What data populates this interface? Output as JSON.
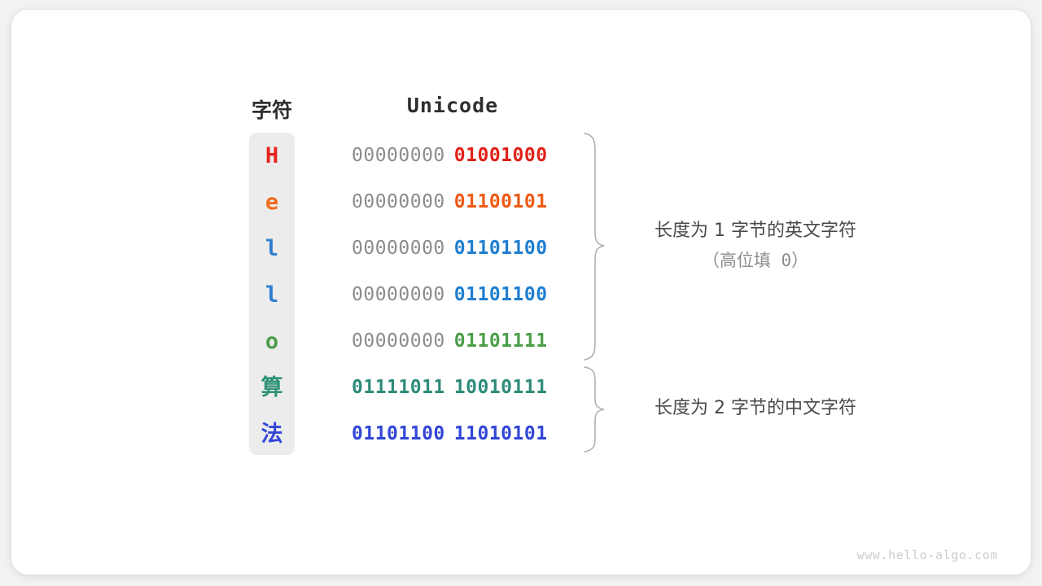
{
  "card": {
    "background": "#ffffff",
    "page_background": "#f2f2f2"
  },
  "headers": {
    "character": "字符",
    "unicode": "Unicode"
  },
  "panel": {
    "background": "#ececec"
  },
  "rows": [
    {
      "char": "H",
      "char_color": "#e8231f",
      "high_byte": "00000000",
      "low_byte": "01001000",
      "low_color": "#e02118",
      "high_is_padding": true,
      "is_cjk": false
    },
    {
      "char": "e",
      "char_color": "#f26a1b",
      "high_byte": "00000000",
      "low_byte": "01100101",
      "low_color": "#ef5a15",
      "high_is_padding": true,
      "is_cjk": false
    },
    {
      "char": "l",
      "char_color": "#2f7fd0",
      "high_byte": "00000000",
      "low_byte": "01101100",
      "low_color": "#1f7fd0",
      "high_is_padding": true,
      "is_cjk": false
    },
    {
      "char": "l",
      "char_color": "#2f7fd0",
      "high_byte": "00000000",
      "low_byte": "01101100",
      "low_color": "#1f7fd0",
      "high_is_padding": true,
      "is_cjk": false
    },
    {
      "char": "o",
      "char_color": "#4b9e48",
      "high_byte": "00000000",
      "low_byte": "01101111",
      "low_color": "#4b9e48",
      "high_is_padding": true,
      "is_cjk": false
    },
    {
      "char": "算",
      "char_color": "#2e9277",
      "high_byte": "01111011",
      "low_byte": "10010111",
      "low_color": "#2e8b7a",
      "high_is_padding": false,
      "is_cjk": true
    },
    {
      "char": "法",
      "char_color": "#3246d8",
      "high_byte": "01101100",
      "low_byte": "11010101",
      "low_color": "#3246d8",
      "high_is_padding": false,
      "is_cjk": true
    }
  ],
  "annotations": [
    {
      "main": "长度为 1 字节的英文字符",
      "sub": "（高位填 0）",
      "brace_color": "#b0b0b0"
    },
    {
      "main": "长度为 2 字节的中文字符",
      "sub": "",
      "brace_color": "#b0b0b0"
    }
  ],
  "watermark": "www.hello-algo.com"
}
